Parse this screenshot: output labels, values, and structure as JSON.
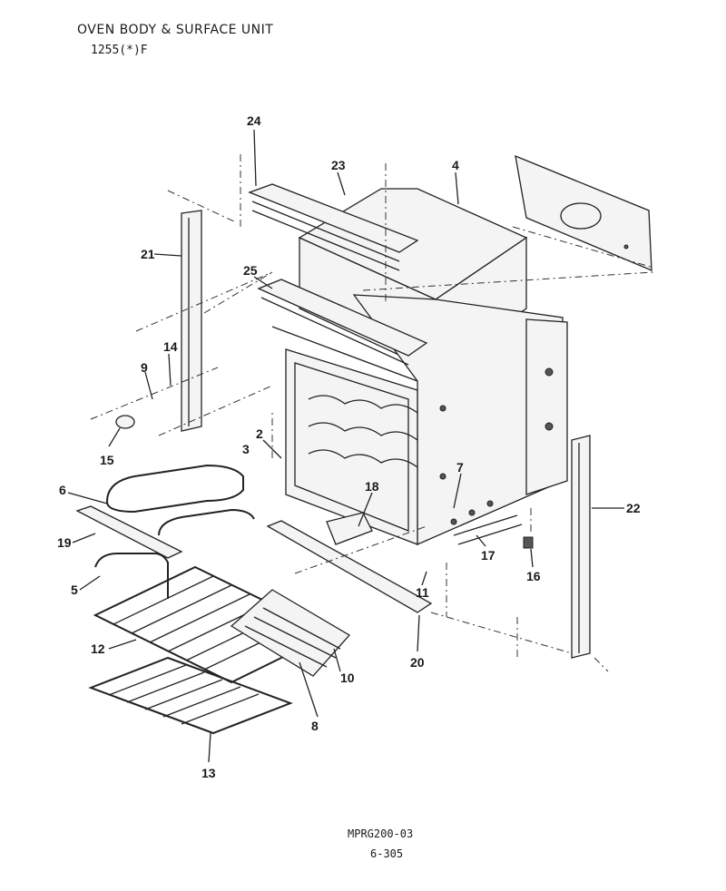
{
  "header": {
    "title": "OVEN BODY & SURFACE UNIT",
    "model": "1255(*)F"
  },
  "footer": {
    "code": "MPRG200-03",
    "page": "6-305"
  },
  "callouts": {
    "c24": "24",
    "c23": "23",
    "c4": "4",
    "c21": "21",
    "c25": "25",
    "c14": "14",
    "c9": "9",
    "c15": "15",
    "c2": "2",
    "c3": "3",
    "c6": "6",
    "c19": "19",
    "c5": "5",
    "c18": "18",
    "c7": "7",
    "c22": "22",
    "c17": "17",
    "c16": "16",
    "c11": "11",
    "c20": "20",
    "c12": "12",
    "c10": "10",
    "c8": "8",
    "c13": "13"
  }
}
